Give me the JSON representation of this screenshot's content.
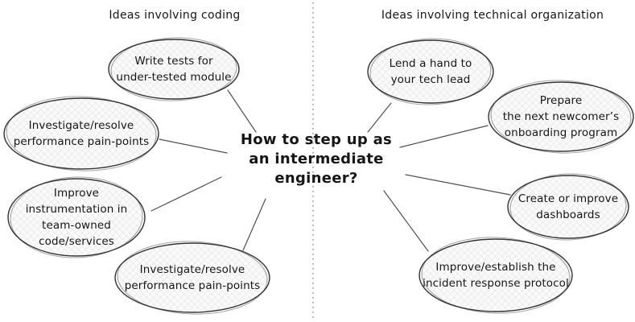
{
  "canvas": {
    "colors": {
      "background": "#ffffff",
      "node_fill": "#fafafa",
      "hatch_line": "#e0e0e0",
      "node_stroke": "#343434",
      "connector": "#4f4f4f",
      "divider": "#9a9a9a",
      "text": "#161616"
    }
  },
  "headers": {
    "left": "Ideas involving coding",
    "right": "Ideas involving technical organization"
  },
  "center": {
    "question": "How to step up as\nan intermediate engineer?"
  },
  "nodes": [
    {
      "id": "write-tests",
      "label": "Write tests for\nunder-tested module"
    },
    {
      "id": "investigate-performance-top",
      "label": "Investigate/resolve\nperformance pain-points"
    },
    {
      "id": "improve-instrumentation",
      "label": "Improve\ninstrumentation in\nteam-owned\ncode/services"
    },
    {
      "id": "investigate-performance-bottom",
      "label": "Investigate/resolve\nperformance pain-points"
    },
    {
      "id": "lend-a-hand",
      "label": "Lend a hand to\nyour tech lead"
    },
    {
      "id": "prepare-onboarding",
      "label": "Prepare\nthe next newcomer’s\nonboarding program"
    },
    {
      "id": "create-dashboards",
      "label": "Create or improve\ndashboards"
    },
    {
      "id": "incident-response",
      "label": "Improve/establish the\nincident response protocol"
    }
  ]
}
